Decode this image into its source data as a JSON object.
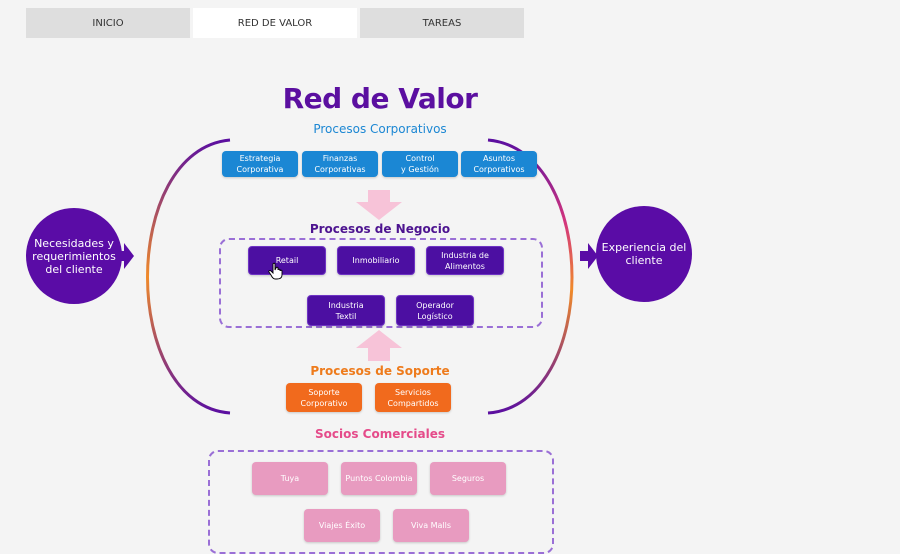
{
  "tabs": [
    {
      "label": "INICIO"
    },
    {
      "label": "RED DE VALOR"
    },
    {
      "label": "TAREAS"
    }
  ],
  "title": "Red de Valor",
  "sections": {
    "corporativos": "Procesos Corporativos",
    "negocio": "Procesos de Negocio",
    "soporte": "Procesos de Soporte",
    "socios": "Socios Comerciales"
  },
  "corporativos": [
    "Estrategia\nCorporativa",
    "Finanzas\nCorporativas",
    "Control\ny Gestión",
    "Asuntos\nCorporativos"
  ],
  "negocio": [
    "Retail",
    "Inmobiliario",
    "Industria de\nAlimentos",
    "Industria\nTextil",
    "Operador\nLogístico"
  ],
  "soporte": [
    "Soporte\nCorporativo",
    "Servicios\nCompartidos"
  ],
  "socios": [
    "Tuya",
    "Puntos Colombia",
    "Seguros",
    "Viajes Éxito",
    "Viva Malls"
  ],
  "left_circle": "Necesidades y\nrequerimientos\ndel cliente",
  "right_circle": "Experiencia del\ncliente",
  "colors": {
    "title": "#5b0fa0",
    "corporativos": "#1b87d4",
    "negocio": "#4c0fa2",
    "soporte": "#f16a1d",
    "socios": "#e89bc0",
    "circle": "#5a0ca6"
  }
}
